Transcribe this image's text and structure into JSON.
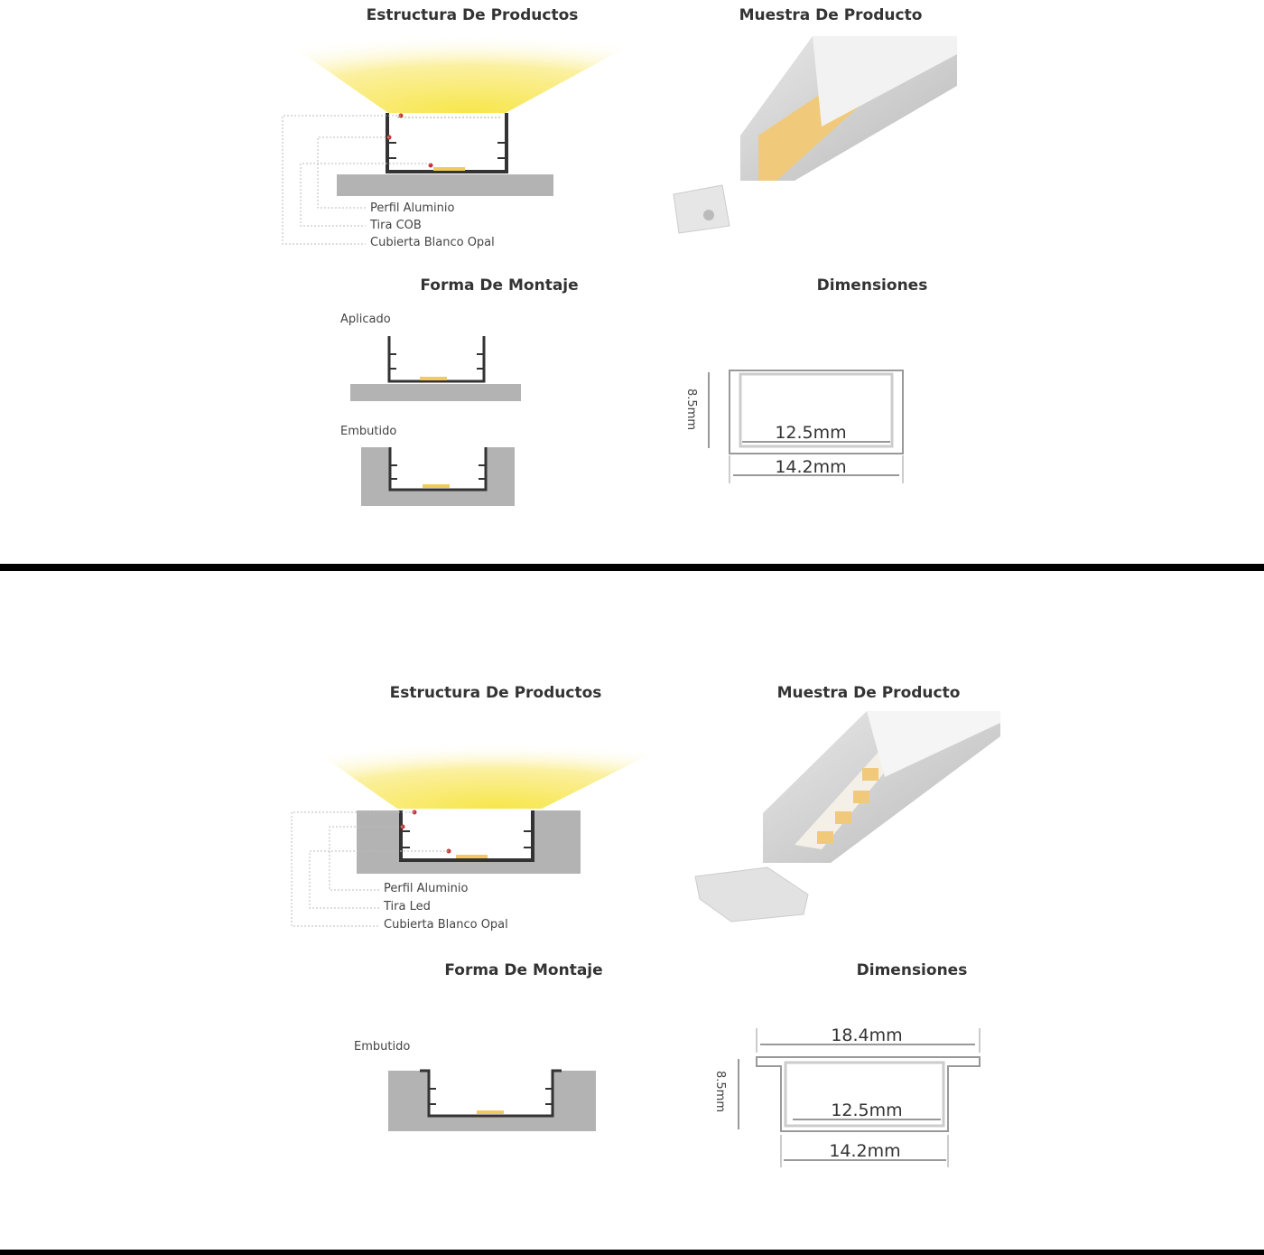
{
  "colors": {
    "light": "#f7e64a",
    "ground": "#b3b3b3",
    "profile": "#333333",
    "divider": "#000000",
    "cob": "#f2c95c"
  },
  "panels": [
    {
      "structure_title": "Estructura De Productos",
      "sample_title": "Muestra De Producto",
      "labels": [
        "Perfil Aluminio",
        "Tira COB",
        "Cubierta Blanco Opal"
      ],
      "mounting_title": "Forma De Montaje",
      "mounting": [
        "Aplicado",
        "Embutido"
      ],
      "dimensions_title": "Dimensiones",
      "dims": {
        "height": "8.5mm",
        "inner": "12.5mm",
        "outer": "14.2mm"
      }
    },
    {
      "structure_title": "Estructura De Productos",
      "sample_title": "Muestra De Producto",
      "labels": [
        "Perfil Aluminio",
        "Tira Led",
        "Cubierta Blanco Opal"
      ],
      "mounting_title": "Forma De Montaje",
      "mounting": [
        "Embutido"
      ],
      "dimensions_title": "Dimensiones",
      "dims": {
        "flange": "18.4mm",
        "height": "8.5mm",
        "inner": "12.5mm",
        "outer": "14.2mm"
      }
    }
  ]
}
